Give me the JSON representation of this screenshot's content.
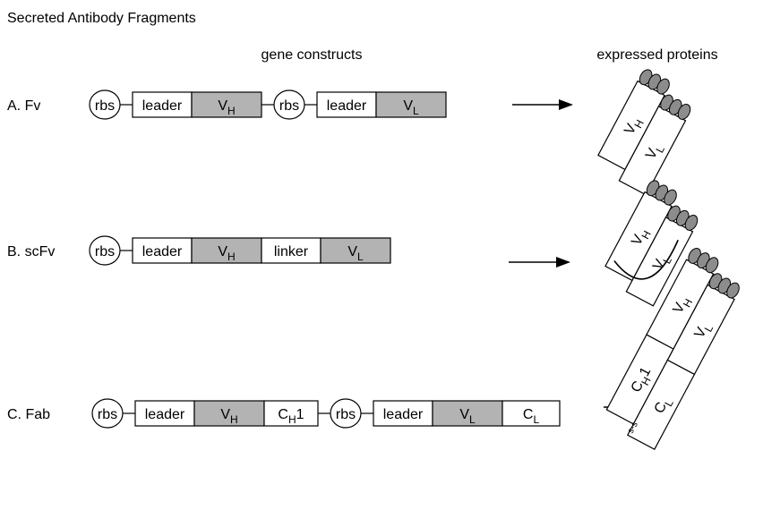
{
  "title": "Secreted Antibody Fragments",
  "headers": {
    "constructs": "gene constructs",
    "proteins": "expressed proteins"
  },
  "colors": {
    "variable_fill": "#b3b3b3",
    "plain_fill": "#ffffff",
    "oval_fill": "#8c8c8c",
    "stroke": "#000000"
  },
  "rows": [
    {
      "letter": "A.",
      "name": "Fv",
      "parts": [
        {
          "kind": "rbs",
          "text": "rbs"
        },
        {
          "kind": "box",
          "text": "leader",
          "shade": "plain"
        },
        {
          "kind": "box",
          "text": "V",
          "sub": "H",
          "shade": "variable"
        },
        {
          "kind": "rbs",
          "text": "rbs"
        },
        {
          "kind": "box",
          "text": "leader",
          "shade": "plain"
        },
        {
          "kind": "box",
          "text": "V",
          "sub": "L",
          "shade": "variable"
        }
      ],
      "protein": {
        "chains": [
          {
            "segments": [
              {
                "text": "V",
                "sub": "H"
              }
            ]
          },
          {
            "segments": [
              {
                "text": "V",
                "sub": "L"
              }
            ]
          }
        ]
      }
    },
    {
      "letter": "B.",
      "name": "scFv",
      "parts": [
        {
          "kind": "rbs",
          "text": "rbs"
        },
        {
          "kind": "box",
          "text": "leader",
          "shade": "plain"
        },
        {
          "kind": "box",
          "text": "V",
          "sub": "H",
          "shade": "variable"
        },
        {
          "kind": "box",
          "text": "linker",
          "shade": "plain"
        },
        {
          "kind": "box",
          "text": "V",
          "sub": "L",
          "shade": "variable"
        }
      ],
      "protein": {
        "chains": [
          {
            "segments": [
              {
                "text": "V",
                "sub": "H"
              }
            ]
          },
          {
            "segments": [
              {
                "text": "V",
                "sub": "L"
              }
            ]
          }
        ]
      }
    },
    {
      "letter": "C.",
      "name": "Fab",
      "parts": [
        {
          "kind": "rbs",
          "text": "rbs"
        },
        {
          "kind": "box",
          "text": "leader",
          "shade": "plain"
        },
        {
          "kind": "box",
          "text": "V",
          "sub": "H",
          "shade": "variable"
        },
        {
          "kind": "box",
          "text": "C",
          "sub": "H",
          "after": "1",
          "shade": "plain"
        },
        {
          "kind": "rbs",
          "text": "rbs"
        },
        {
          "kind": "box",
          "text": "leader",
          "shade": "plain"
        },
        {
          "kind": "box",
          "text": "V",
          "sub": "L",
          "shade": "variable"
        },
        {
          "kind": "box",
          "text": "C",
          "sub": "L",
          "shade": "plain"
        }
      ],
      "protein": {
        "chains": [
          {
            "segments": [
              {
                "text": "C",
                "sub": "H",
                "after": "1"
              },
              {
                "text": "V",
                "sub": "H"
              }
            ]
          },
          {
            "segments": [
              {
                "text": "C",
                "sub": "L"
              },
              {
                "text": "V",
                "sub": "L"
              }
            ]
          }
        ],
        "disulfide": "s-s"
      }
    }
  ]
}
